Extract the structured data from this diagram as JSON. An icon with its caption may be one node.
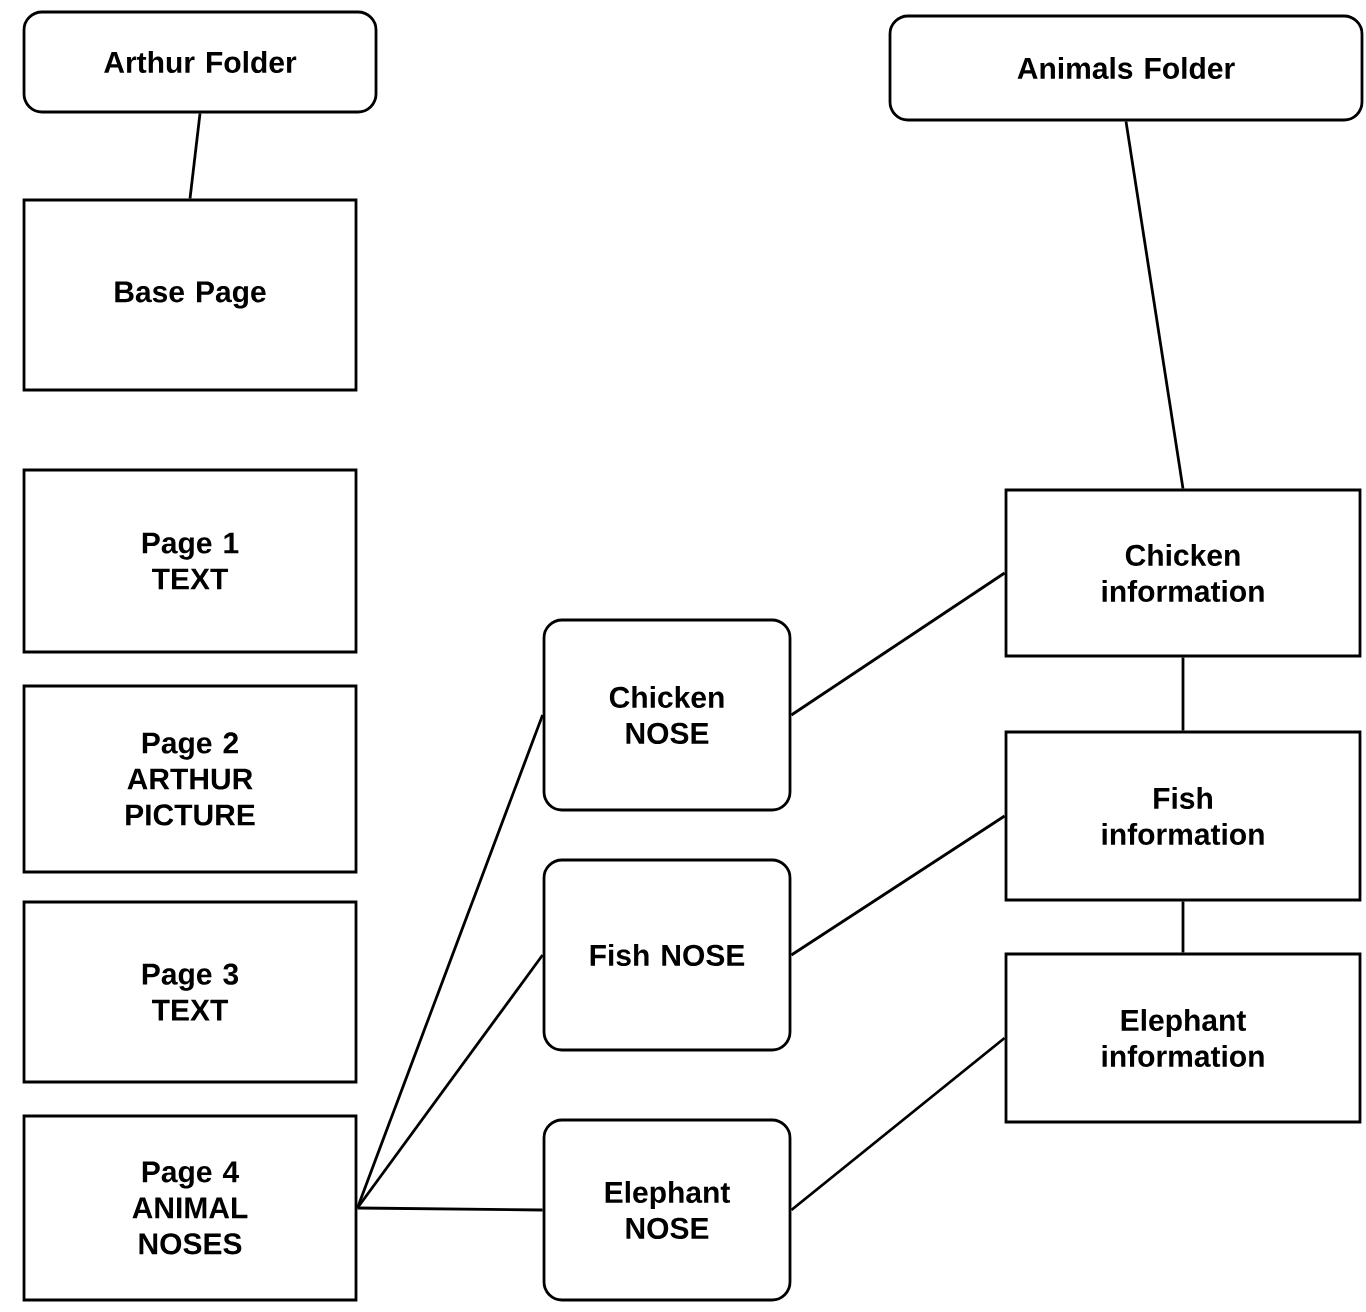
{
  "diagram": {
    "nodes": [
      {
        "text": [
          "Arthur Folder"
        ]
      },
      {
        "text": [
          "Animals Folder"
        ]
      },
      {
        "text": [
          "Base Page"
        ]
      },
      {
        "text": [
          "Page 1 TEXT"
        ]
      },
      {
        "text": [
          "Page 2 ARTHUR PICTURE"
        ]
      },
      {
        "text": [
          "Page 3 TEXT"
        ]
      },
      {
        "text": [
          "Page 4 ANIMAL NOSES"
        ]
      },
      {
        "text": [
          "Chicken NOSE"
        ]
      },
      {
        "text": [
          "Fish NOSE"
        ]
      },
      {
        "text": [
          "Elephant NOSE"
        ]
      },
      {
        "text": [
          "Chicken information"
        ]
      },
      {
        "text": [
          "Fish information"
        ]
      },
      {
        "text": [
          "Elephant information"
        ]
      }
    ],
    "edges": [
      {
        "from": 0,
        "to": 2,
        "arrow": "none"
      },
      {
        "from": 1,
        "to": 10,
        "arrow": "none"
      },
      {
        "from": 10,
        "to": 11,
        "arrow": "none"
      },
      {
        "from": 11,
        "to": 12,
        "arrow": "none"
      },
      {
        "from": 6,
        "to": 7,
        "arrow": "none"
      },
      {
        "from": 6,
        "to": 8,
        "arrow": "none"
      },
      {
        "from": 6,
        "to": 9,
        "arrow": "none"
      },
      {
        "from": 7,
        "to": 10,
        "arrow": "none"
      },
      {
        "from": 8,
        "to": 11,
        "arrow": "none"
      },
      {
        "from": 9,
        "to": 12,
        "arrow": "none"
      }
    ]
  }
}
